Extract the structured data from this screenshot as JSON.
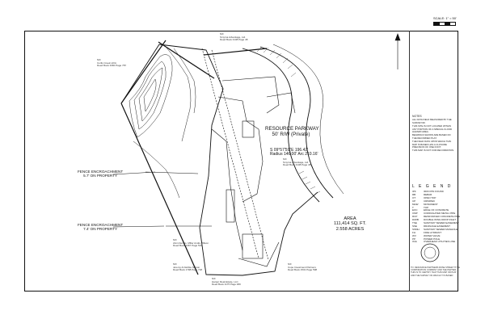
{
  "scale": {
    "label": "SCALE: 1\" = 50'"
  },
  "labels": {
    "resource_parkway": "RESOURCE PARKWAY",
    "row_private": "50' R/W (Private)",
    "curve_bearing": "S 09°57'59\"E 196.42'",
    "curve_radius_arc": "Radius 146.00' Arc 210.16'",
    "area_title": "AREA",
    "area_sqft": "111,414 SQ. FT.",
    "area_acres": "2.558 ACRES",
    "fence1_line1": "FENCE ENCROACHMENT",
    "fence1_line2": "5.7' ON PROPERTY",
    "fence2_line1": "FENCE ENCROACHMENT",
    "fence2_line2": "7.4' ON PROPERTY"
  },
  "owners": [
    {
      "line1": "N/F",
      "line2": "Corlis Creek HOA",
      "line3": "Deed Book 3360 Page 787"
    },
    {
      "line1": "N/F",
      "line2": "Smyrna Advantage, Ltd.",
      "line3": "Deed Book 3138 Page 48"
    },
    {
      "line1": "N/F",
      "line2": "Smyrna Advantage, Ltd.",
      "line3": "Deed Book 3138 Page 48"
    },
    {
      "line1": "N/F",
      "line2": "Alvin Dennis, Miller Andre Wilson",
      "line3": "Deed Book 1467 Page 503"
    },
    {
      "line1": "N/F",
      "line2": "Jeremy & Debbie Nelson",
      "line3": "Deed Book 1798 Page 718"
    },
    {
      "line1": "N/F",
      "line2": "Cope Investment Partners",
      "line3": "Deed Book 1531 Page 598"
    },
    {
      "line1": "N/F",
      "line2": "Harper Real Estate, LLC",
      "line3": "Deed Book 1175 Page 480"
    }
  ],
  "legend": {
    "title": "L E G E N D",
    "rows": [
      {
        "code": "IPF",
        "desc": "IRON PIN FOUND"
      },
      {
        "code": "RB",
        "desc": "REBAR"
      },
      {
        "code": "OT",
        "desc": "OPEN TOP"
      },
      {
        "code": "CP",
        "desc": "CRIMPED"
      },
      {
        "code": "MHW",
        "desc": "MONUMENT"
      },
      {
        "code": "T",
        "desc": "TOP"
      },
      {
        "code": "EOC",
        "desc": "EDGE OF CONCRETE"
      },
      {
        "code": "CMP",
        "desc": "CORRUGATED METAL PIPE"
      },
      {
        "code": "RCP",
        "desc": "REINFORCED CONCRETE PIPE"
      },
      {
        "code": "DIWB",
        "desc": "DOUBLE WING DROP INLET"
      },
      {
        "code": "TSE",
        "desc": "SANITARY SEWER EASEMENT"
      },
      {
        "code": "SSE",
        "desc": "DRAINAGE EASEMENT"
      },
      {
        "code": "SSMH",
        "desc": "SANITARY SEWER MANHOLE"
      },
      {
        "code": "FH",
        "desc": "FIRE HYDRANT"
      },
      {
        "code": "WV",
        "desc": "WATER VALVE"
      },
      {
        "code": "PP",
        "desc": "POWER POLE"
      },
      {
        "code": "OHL",
        "desc": "OVERHEAD UTILITIES LINE"
      }
    ]
  },
  "notes": {
    "title": "NOTES",
    "items": [
      "ALL DATA FIELD MEASURED BY THE SURVEYOR.",
      "THIS SITE IS NOT LOCATED WITHIN ANY PORTION OF A SPECIAL FLOOD HAZARD AREA.",
      "BEARINGS SHOWN ARE BASED ON THE RECORDED PLAT.",
      "THE FIELD DATA UPON WHICH THIS MAP IS BASED HAS A CLOSURE PRECISION OF ONE FOOT.",
      "THIS MAP IS NOT FOR RECORDATION."
    ]
  },
  "certification": [
    "TO: RESOURCE PARTNERS ROSE STREET TITLE",
    "CORPORATION COMPANY AND THE PARTIES",
    "THIS IS TO CERTIFY THAT THIS MAP OR PLAT",
    "AND THE SURVEY ON WHICH IT IS BASED"
  ]
}
